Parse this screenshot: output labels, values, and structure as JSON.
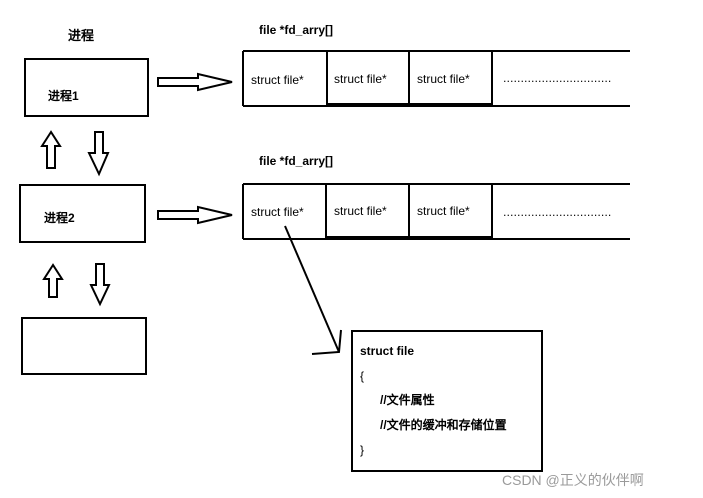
{
  "header": {
    "title": "进程"
  },
  "processes": {
    "p1": "进程1",
    "p2": "进程2",
    "p3": ""
  },
  "fd_tables": {
    "top": {
      "label": "file *fd_arry[]",
      "cells": [
        "struct file*",
        "struct file*",
        "struct file*"
      ],
      "ellipsis": "..............................."
    },
    "bottom": {
      "label": "file *fd_arry[]",
      "cells": [
        "struct file*",
        "struct file*",
        "struct file*"
      ],
      "ellipsis": "..............................."
    }
  },
  "struct_box": {
    "title": "struct file",
    "open_brace": "{",
    "lines": [
      "//文件属性",
      "//文件的缓冲和存储位置"
    ],
    "close_brace": "}"
  },
  "watermark": "CSDN @正义的伙伴啊"
}
